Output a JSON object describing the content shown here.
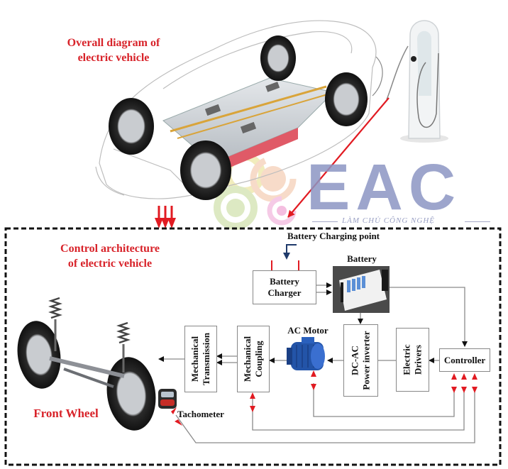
{
  "titles": {
    "overall": [
      "Overall diagram of",
      "electric vehicle"
    ],
    "control": [
      "Control architecture",
      "of electric vehicle"
    ],
    "front_wheel": "Front Wheel"
  },
  "watermark": {
    "brand": "EAC",
    "tagline": "LÀM CHỦ CÔNG NGHỆ"
  },
  "labels": {
    "charging_point": "Battery Charging point",
    "battery": "Battery",
    "ac_motor": "AC Motor",
    "tachometer": "Tachometer"
  },
  "blocks": {
    "battery_charger": [
      "Battery",
      "Charger"
    ],
    "mechanical_transmission": [
      "Mechanical",
      "Transmission"
    ],
    "mechanical_coupling": [
      "Mechanical",
      "Coupling"
    ],
    "dc_ac_inverter": [
      "DC-AC",
      "Power inverter"
    ],
    "electric_drivers": [
      "Electric",
      "Drivers"
    ],
    "controller": "Controller"
  },
  "colors": {
    "accent_red": "#d8232a",
    "line_gray": "#8a8a8a",
    "logo_blue": "#8c96c4",
    "arrow_navy": "#1f3a6b"
  }
}
